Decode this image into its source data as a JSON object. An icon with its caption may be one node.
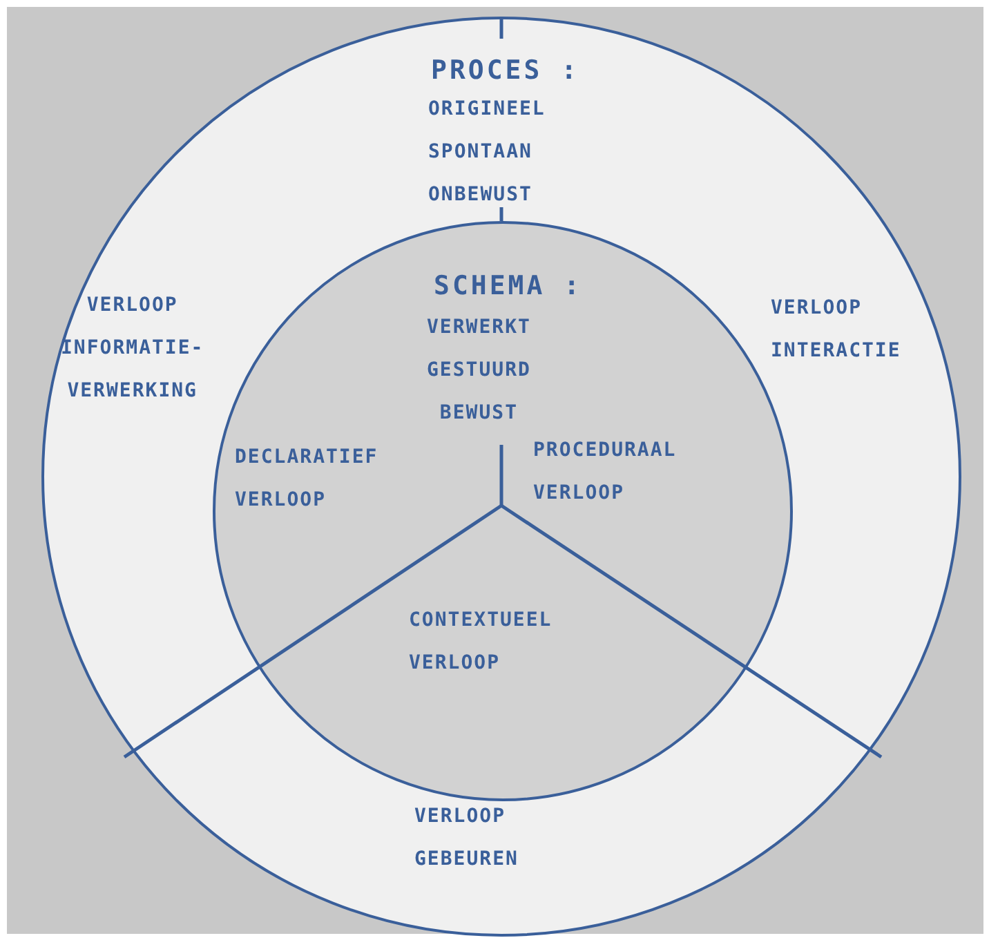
{
  "diagram": {
    "nodes": [
      {
        "text": [
          "PROCES :",
          "ORIGINEEL SPONTAAN ONBEWUST"
        ]
      },
      {
        "text": [
          "SCHEMA :",
          "VERWERKT GESTUURD BEWUST"
        ],
        "in": 0
      }
    ],
    "labels": [
      "VERLOOP INFORMATIE- VERWERKING",
      "VERLOOP INTERACTIE",
      "DECLARATIEF VERLOOP",
      "PROCEDURAAL VERLOOP",
      "CONTEXTUEEL VERLOOP",
      "VERLOOP GEBEUREN"
    ]
  }
}
